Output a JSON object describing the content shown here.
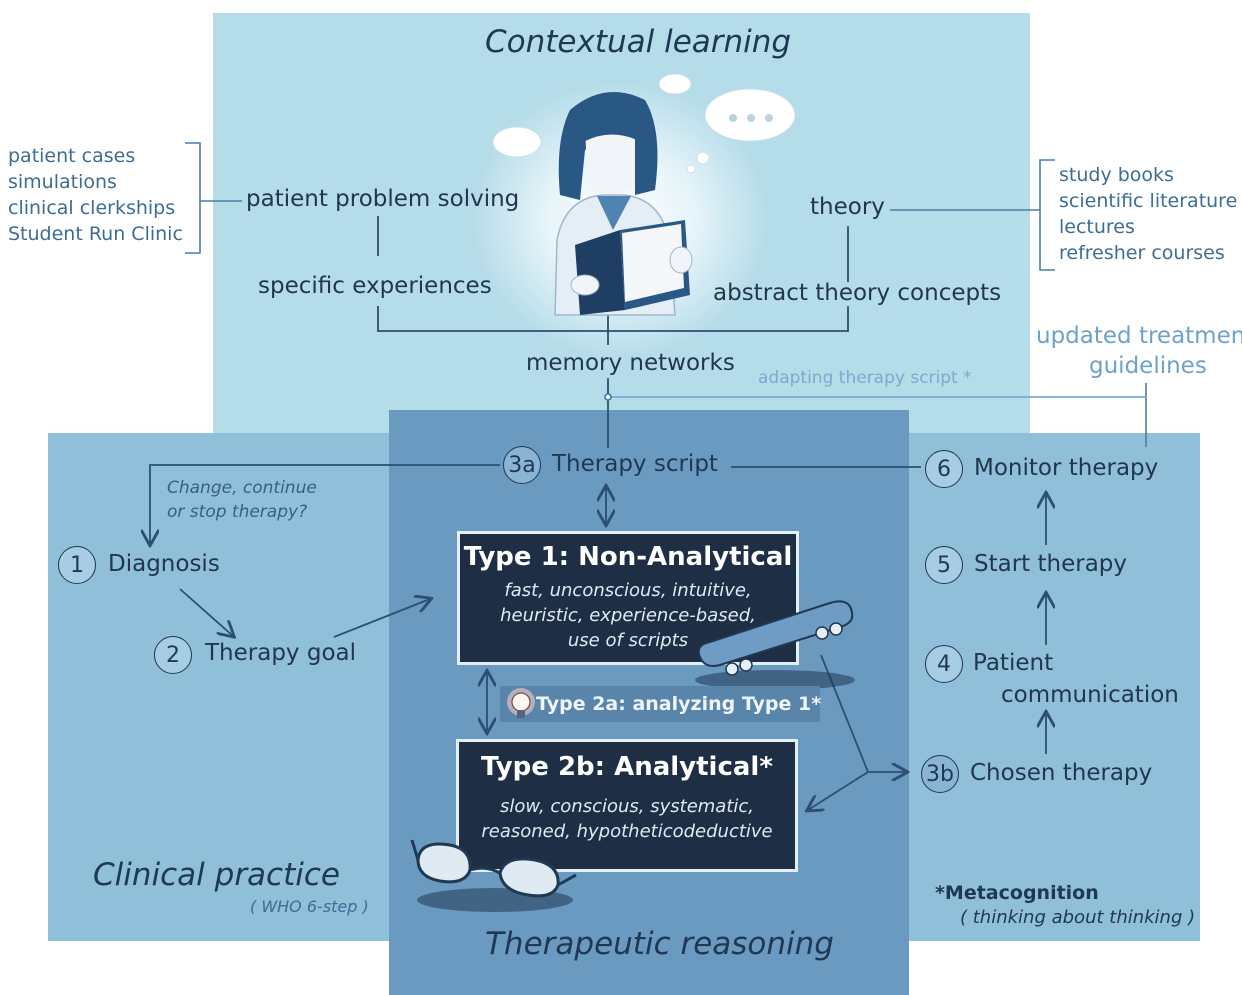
{
  "titles": {
    "contextual": "Contextual learning",
    "clinical": "Clinical practice",
    "clinical_sub": "( WHO 6-step )",
    "therapeutic": "Therapeutic reasoning"
  },
  "learning": {
    "left_list": [
      "patient cases",
      "simulations",
      "clinical clerkships",
      "Student Run Clinic"
    ],
    "right_list": [
      "study books",
      "scientific literature",
      "lectures",
      "refresher courses"
    ],
    "patient_problem": "patient problem solving",
    "specific": "specific experiences",
    "theory": "theory",
    "abstract": "abstract theory concepts",
    "memory": "memory networks",
    "updated_line1": "updated treatmen",
    "updated_line2": "guidelines",
    "adapting": "adapting therapy script *"
  },
  "steps": {
    "s1": {
      "num": "1",
      "label": "Diagnosis"
    },
    "s2": {
      "num": "2",
      "label": "Therapy goal"
    },
    "s3a": {
      "num": "3a",
      "label": "Therapy script"
    },
    "s3b": {
      "num": "3b",
      "label": "Chosen therapy"
    },
    "s4": {
      "num": "4",
      "label_line1": "Patient",
      "label_line2": "communication"
    },
    "s5": {
      "num": "5",
      "label": "Start therapy"
    },
    "s6": {
      "num": "6",
      "label": "Monitor therapy"
    }
  },
  "change_note_line1": "Change, continue",
  "change_note_line2": "or stop therapy?",
  "type1": {
    "title": "Type 1: Non-Analytical",
    "desc": [
      "fast, unconscious, intuitive,",
      "heuristic, experience-based,",
      "use of scripts"
    ]
  },
  "type2a": "Type 2a: analyzing Type 1*",
  "type2b": {
    "title": "Type 2b: Analytical*",
    "desc": [
      "slow, conscious, systematic,",
      "reasoned, hypotheticodeductive"
    ]
  },
  "metacognition": {
    "title": "*Metacognition",
    "sub": "( thinking about thinking )"
  },
  "colors": {
    "top_panel": "#b5dce9",
    "side_panels": "#8fbfd9",
    "middle_panel": "#6a9ac0",
    "dark_box": "#1e2f45",
    "ink": "#1f3854"
  },
  "icons": [
    "student-reading-illustration",
    "thought-bubble-icon",
    "skateboard-icon",
    "lightbulb-icon",
    "glasses-icon"
  ]
}
